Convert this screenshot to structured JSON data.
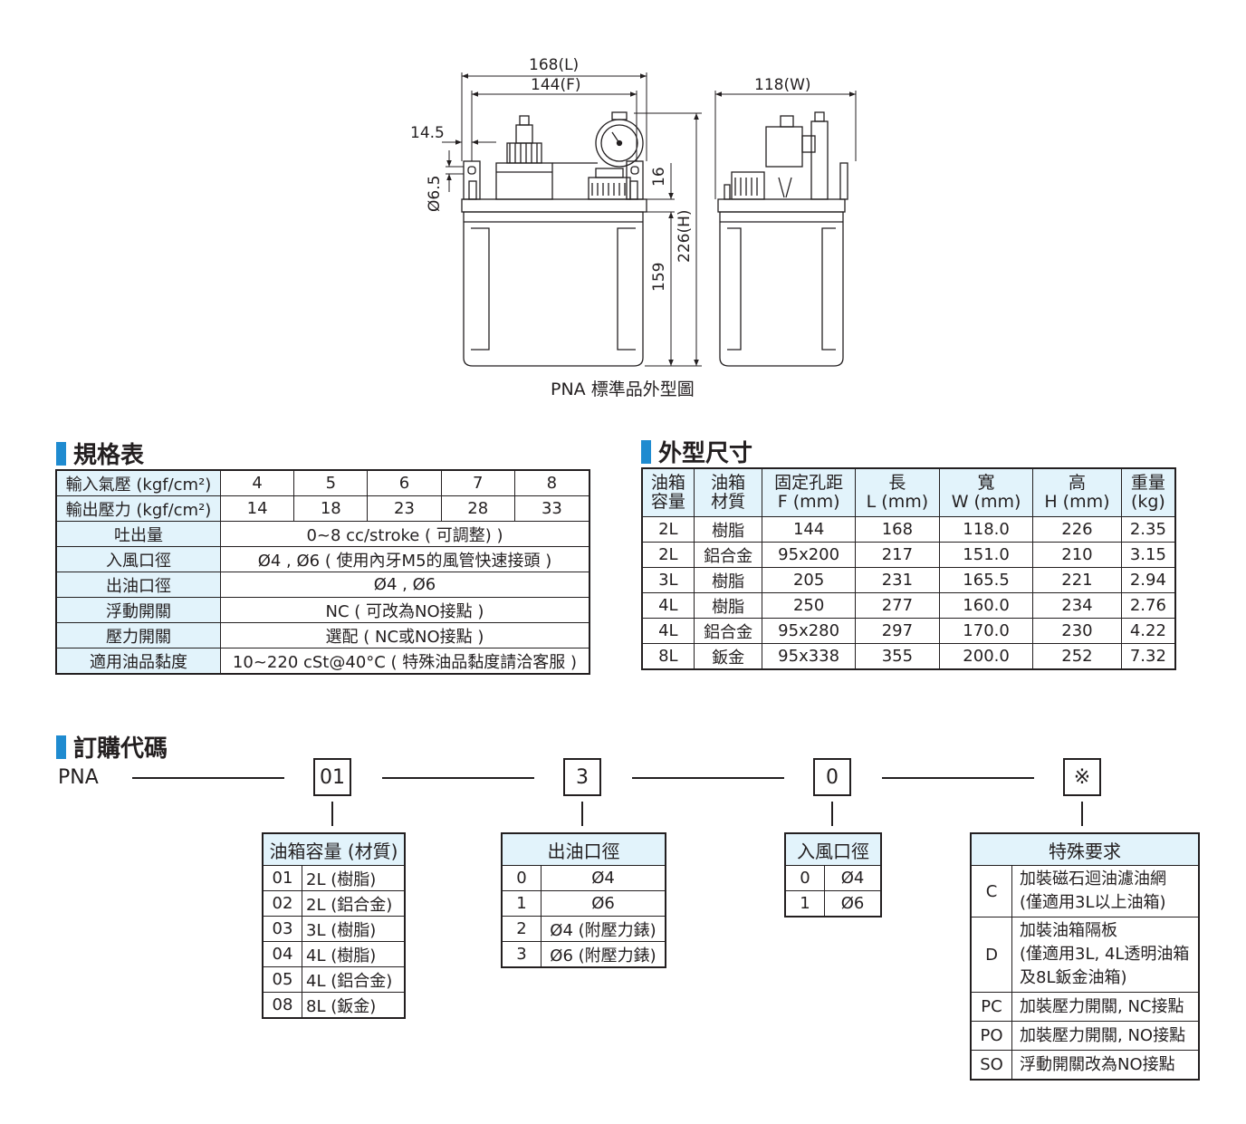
{
  "drawing": {
    "caption": "PNA 標準品外型圖",
    "dims": {
      "L": "168(L)",
      "F": "144(F)",
      "W": "118(W)",
      "offset": "14.5",
      "hole": "Ø6.5",
      "d16": "16",
      "d159": "159",
      "H": "226(H)"
    }
  },
  "spec": {
    "title": "規格表",
    "rows": [
      {
        "label": "輸入氣壓 (kgf/cm²)",
        "values": [
          "4",
          "5",
          "6",
          "7",
          "8"
        ]
      },
      {
        "label": "輸出壓力 (kgf/cm²)",
        "values": [
          "14",
          "18",
          "23",
          "28",
          "33"
        ]
      },
      {
        "label": "吐出量",
        "value": "0~8 cc/stroke ( 可調整) )"
      },
      {
        "label": "入風口徑",
        "value": "Ø4 , Ø6 ( 使用內牙M5的風管快速接頭 )"
      },
      {
        "label": "出油口徑",
        "value": "Ø4 , Ø6"
      },
      {
        "label": "浮動開關",
        "value": "NC ( 可改為NO接點 )"
      },
      {
        "label": "壓力開關",
        "value": "選配 ( NC或NO接點 )"
      },
      {
        "label": "適用油品黏度",
        "value": "10~220 cSt@40°C ( 特殊油品黏度請洽客服 )"
      }
    ]
  },
  "dims_table": {
    "title": "外型尺寸",
    "headers": [
      [
        "油箱",
        "容量"
      ],
      [
        "油箱",
        "材質"
      ],
      [
        "固定孔距",
        "F (mm)"
      ],
      [
        "長",
        "L (mm)"
      ],
      [
        "寬",
        "W (mm)"
      ],
      [
        "高",
        "H (mm)"
      ],
      [
        "重量",
        "(kg)"
      ]
    ],
    "rows": [
      [
        "2L",
        "樹脂",
        "144",
        "168",
        "118.0",
        "226",
        "2.35"
      ],
      [
        "2L",
        "鋁合金",
        "95x200",
        "217",
        "151.0",
        "210",
        "3.15"
      ],
      [
        "3L",
        "樹脂",
        "205",
        "231",
        "165.5",
        "221",
        "2.94"
      ],
      [
        "4L",
        "樹脂",
        "250",
        "277",
        "160.0",
        "234",
        "2.76"
      ],
      [
        "4L",
        "鋁合金",
        "95x280",
        "297",
        "170.0",
        "230",
        "4.22"
      ],
      [
        "8L",
        "鈑金",
        "95x338",
        "355",
        "200.0",
        "252",
        "7.32"
      ]
    ]
  },
  "order": {
    "title": "訂購代碼",
    "prefix": "PNA",
    "codes": [
      "01",
      "3",
      "0",
      "※"
    ],
    "capacity": {
      "title": "油箱容量 (材質)",
      "rows": [
        [
          "01",
          "2L (樹脂)"
        ],
        [
          "02",
          "2L (鋁合金)"
        ],
        [
          "03",
          "3L (樹脂)"
        ],
        [
          "04",
          "4L (樹脂)"
        ],
        [
          "05",
          "4L (鋁合金)"
        ],
        [
          "08",
          "8L (鈑金)"
        ]
      ]
    },
    "outlet": {
      "title": "出油口徑",
      "rows": [
        [
          "0",
          "Ø4"
        ],
        [
          "1",
          "Ø6"
        ],
        [
          "2",
          "Ø4 (附壓力錶)"
        ],
        [
          "3",
          "Ø6 (附壓力錶)"
        ]
      ]
    },
    "inlet": {
      "title": "入風口徑",
      "rows": [
        [
          "0",
          "Ø4"
        ],
        [
          "1",
          "Ø6"
        ]
      ]
    },
    "special": {
      "title": "特殊要求",
      "rows": [
        [
          "C",
          "加裝磁石迴油濾油網",
          "(僅適用3L以上油箱)",
          ""
        ],
        [
          "D",
          "加裝油箱隔板",
          "(僅適用3L, 4L透明油箱",
          "及8L鈑金油箱)"
        ],
        [
          "PC",
          "加裝壓力開關, NC接點",
          "",
          ""
        ],
        [
          "PO",
          "加裝壓力開關, NO接點",
          "",
          ""
        ],
        [
          "SO",
          "浮動開關改為NO接點",
          "",
          ""
        ]
      ]
    }
  }
}
